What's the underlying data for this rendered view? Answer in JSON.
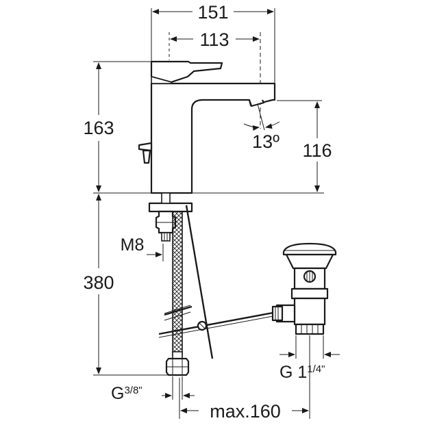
{
  "dimensions": {
    "overall_width": "151",
    "spout_reach": "113",
    "height_total": "163",
    "spout_height": "116",
    "spout_angle": "13º",
    "below_counter": "380",
    "pop_up_distance": "max.160"
  },
  "threads": {
    "stud": "M8",
    "hose_prefix": "G",
    "hose_fraction": "3/8\"",
    "waste_prefix": "G 1",
    "waste_fraction": "1/4\""
  }
}
